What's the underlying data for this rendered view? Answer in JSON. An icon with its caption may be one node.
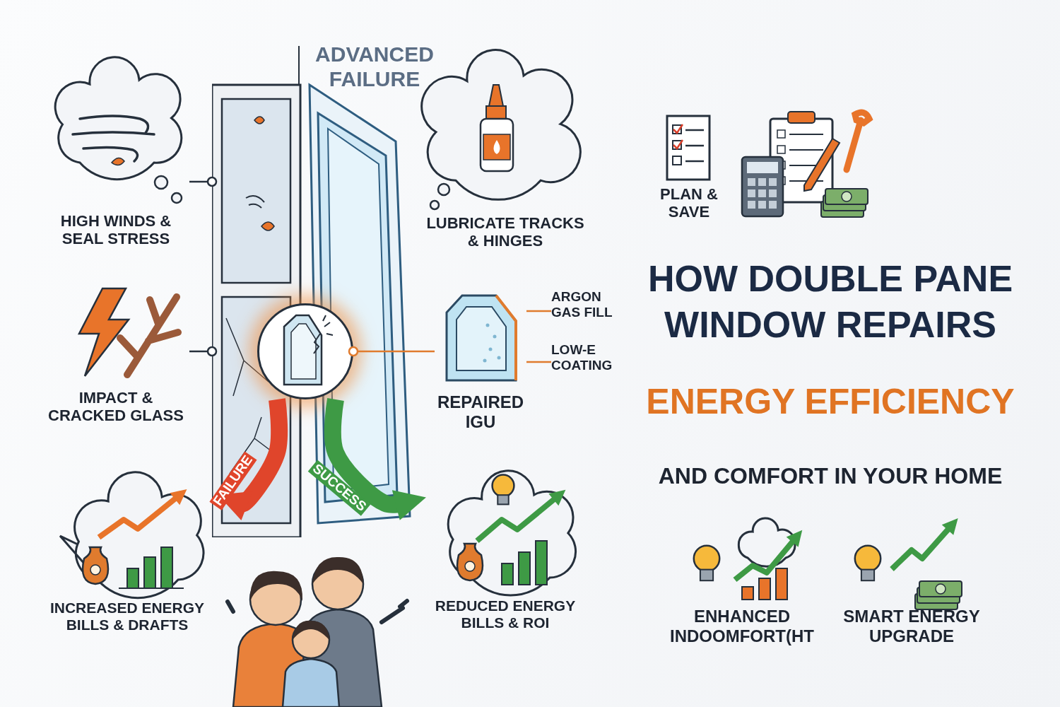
{
  "diagram": {
    "title": "HOW DOUBLE PANE WINDOW REPAIRS",
    "nodes": [
      {
        "text": [
          "HIGH WINDS & SEAL STRESS"
        ]
      },
      {
        "text": [],
        "shape": "picture"
      },
      {
        "text": [],
        "shape": "circle",
        "in": 1
      },
      {
        "text": [
          "IMPACT & CRACKED GLASS"
        ]
      },
      {
        "text": [
          "REPAIRED IGU"
        ]
      },
      {
        "text": [
          "ARGON GAS FILL"
        ]
      },
      {
        "text": [
          "LOW-E COATING"
        ]
      },
      {
        "text": [
          "INCREASED ENERGY BILLS & DRAFTS"
        ]
      },
      {
        "text": [
          "REDUCED ENERGY BILLS & ROI"
        ]
      }
    ],
    "edges": [
      {
        "from": 0,
        "to": 1,
        "arrow": "other",
        "color": "#26303c"
      },
      {
        "from": 3,
        "to": 1,
        "arrow": "other",
        "color": "#26303c"
      },
      {
        "from": 4,
        "to": 2,
        "arrow": "other",
        "color": "#e07b2e"
      },
      {
        "from": 5,
        "to": 4,
        "arrow": "none",
        "color": "#e07b2e"
      },
      {
        "from": 6,
        "to": 4,
        "arrow": "none",
        "color": "#e07b2e"
      },
      {
        "from": 2,
        "to": 7,
        "arrow": "to",
        "label": "FAILURE",
        "style": "thick",
        "color": "#e0452b"
      },
      {
        "from": 2,
        "to": 8,
        "arrow": "to",
        "label": "SUCCESS",
        "style": "thick",
        "color": "#3e9a45"
      }
    ],
    "labels": [
      "ADVANCED FAILURE",
      "LUBRICATE TRACKS & HINGES",
      "PLAN & SAVE",
      "ENERGY EFFICIENCY",
      "AND COMFORT IN YOUR HOME",
      "ENHANCED INDOOMFORT(HT",
      "SMART ENERGY UPGRADE"
    ]
  }
}
